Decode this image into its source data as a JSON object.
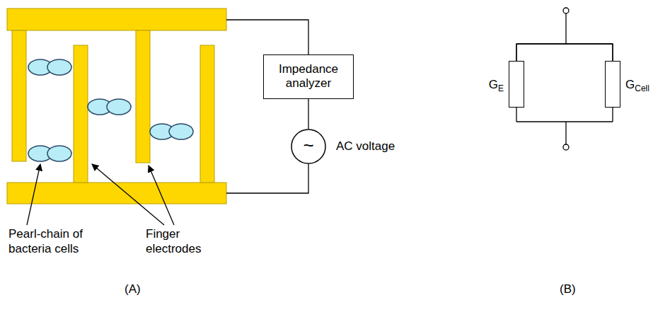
{
  "diagram": {
    "nodes": [
      {
        "text": [
          "Impedance analyzer"
        ]
      },
      {
        "text": [
          "~",
          "AC voltage"
        ]
      },
      {
        "text": [
          "GE"
        ]
      },
      {
        "text": [
          "GCell"
        ]
      }
    ],
    "edges": [
      {
        "from": 0,
        "to": 1,
        "arrow": "none"
      },
      {
        "from": 2,
        "to": 3,
        "arrow": "none"
      }
    ],
    "labels": [
      "Pearl-chain of bacteria cells",
      "Finger electrodes",
      "(A)",
      "(B)"
    ]
  }
}
